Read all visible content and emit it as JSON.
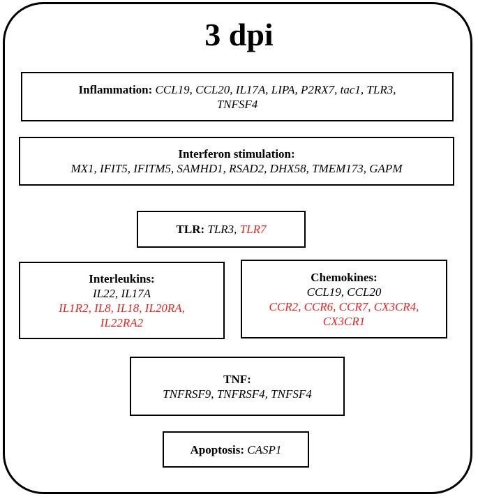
{
  "title": "3 dpi",
  "inflammation": {
    "heading": "Inflammation:",
    "line1": "CCL19, CCL20, IL17A, LIPA, P2RX7, tac1, TLR3,",
    "line2": "TNFSF4"
  },
  "interferon": {
    "heading": "Interferon stimulation:",
    "genes": "MX1, IFIT5, IFITM5, SAMHD1, RSAD2, DHX58, TMEM173, GAPM"
  },
  "tlr": {
    "heading": "TLR:",
    "gene_black": "TLR3,",
    "gene_red": "TLR7"
  },
  "interleukins": {
    "heading": "Interleukins:",
    "black": "IL22, IL17A",
    "red_line1": "IL1R2, IL8, IL18, IL20RA,",
    "red_line2": "IL22RA2"
  },
  "chemokines": {
    "heading": "Chemokines:",
    "black": "CCL19, CCL20",
    "red_line1": "CCR2, CCR6, CCR7, CX3CR4,",
    "red_line2": "CX3CR1"
  },
  "tnf": {
    "heading": "TNF:",
    "genes": "TNFRSF9, TNFRSF4, TNFSF4"
  },
  "apoptosis": {
    "heading": "Apoptosis:",
    "genes": "CASP1"
  },
  "colors": {
    "red_text": "#e8231f",
    "border": "#000000"
  }
}
